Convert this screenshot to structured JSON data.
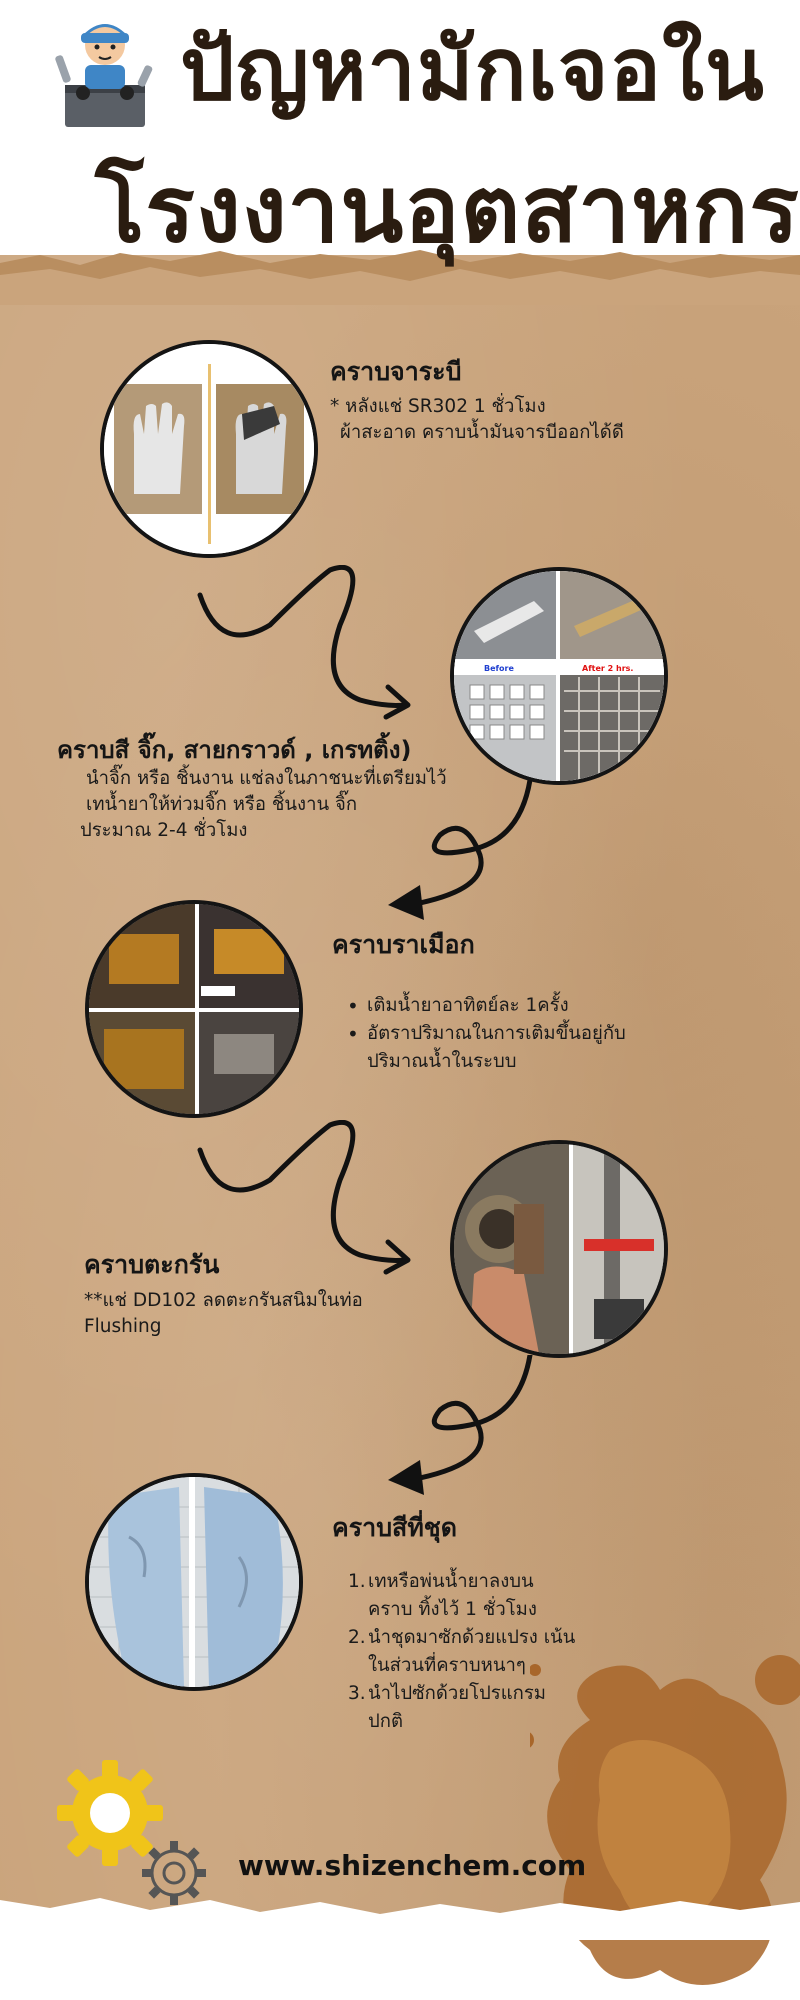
{
  "header": {
    "title_line1": "ปัญหามักเจอใน",
    "title_line2": "โรงงานอุตสาหกรรม",
    "mascot_icon": "mechanic-icon"
  },
  "sections": [
    {
      "heading": "คราบจาระบี",
      "lines": [
        "* หลังแช่ SR302 1 ชั่วโมง",
        "  ผ้าสะอาด คราบน้ำมันจารบีออกได้ดี"
      ],
      "photo": "gloves-before-after-photo"
    },
    {
      "heading": "คราบสี จิ๊ก, สายกราวด์ , เกรทติ้ง)",
      "lines": [
        "นำจิ๊ก หรือ ชิ้นงาน แช่ลงในภาชนะที่เตรียมไว้",
        "เทน้ำยาให้ท่วมจิ๊ก หรือ ชิ้นงาน จิ๊ก",
        "ประมาณ 2-4 ชั่วโมง"
      ],
      "photo": "jig-grating-photo",
      "photo_labels": [
        "Before",
        "After 2 hrs."
      ]
    },
    {
      "heading": "คราบราเมือก",
      "bullets": [
        "เติมน้ำยาอาทิตย์ละ 1ครั้ง",
        "อัตราปริมาณในการเติมขึ้นอยู่กับ",
        "ปริมาณน้ำในระบบ"
      ],
      "photo": "slime-tank-photo"
    },
    {
      "heading": "คราบตะกรัน",
      "lines": [
        "**แช่ DD102 ลดตะกรันสนิมในท่อ",
        "Flushing"
      ],
      "photo": "pipe-scale-photo"
    },
    {
      "heading": "คราบสีที่ชุด",
      "numbered": [
        {
          "n": "1.",
          "lines": [
            "เทหรือพ่นน้ำยาลงบน",
            "คราบ ทิ้งไว้ 1 ชั่วโมง"
          ]
        },
        {
          "n": "2.",
          "lines": [
            "นำชุดมาซักด้วยแปรง เน้น",
            "ในส่วนที่คราบหนาๆ"
          ]
        },
        {
          "n": "3.",
          "lines": [
            "นำไปซักด้วยโปรแกรม",
            "ปกติ"
          ]
        }
      ],
      "photo": "uniform-stain-photo"
    }
  ],
  "footer": {
    "website": "www.shizenchem.com",
    "gear_yellow_icon": "yellow-gear-icon",
    "gear_grey_icon": "grey-gear-icon"
  },
  "colors": {
    "paper": "#caa47c",
    "title": "#2a1c10",
    "stain": "#a8662a",
    "gear_yellow": "#f0c419"
  }
}
